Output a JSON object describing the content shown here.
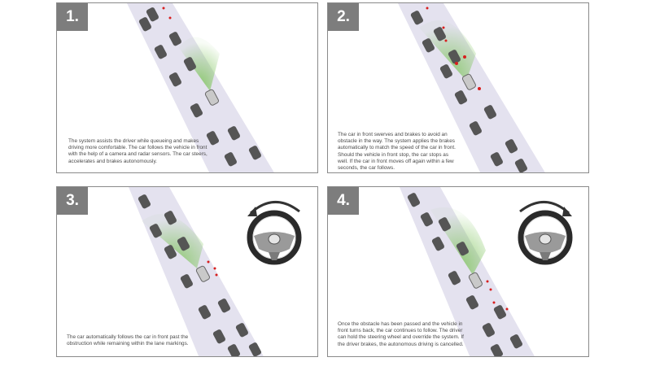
{
  "panels": [
    {
      "number": "1.",
      "caption": "The system assists the driver while queueing and makes driving more comfortable. The car follows the vehicle in front with the help of a camera and radar sensors. The car steers, accelerates and brakes autonomously.",
      "wheel": null
    },
    {
      "number": "2.",
      "caption": "The car in front swerves and brakes to avoid an obstacle in the way. The system applies the brakes automatically to match the speed of the car in front. Should the vehicle in front stop, the car stops as well. If the car in front moves off again within a few seconds, the car follows.",
      "wheel": null
    },
    {
      "number": "3.",
      "caption": "The car automatically follows the car in front past the obstruction while remaining within the lane markings.",
      "wheel": "steering-wheel-turn-left"
    },
    {
      "number": "4.",
      "caption": "Once the obstacle has been passed and the vehicle in front turns back, the car continues to follow. The driver can hold the steering wheel and override the system. If the driver brakes, the autonomous driving is cancelled.",
      "wheel": "steering-wheel-turn-right"
    }
  ],
  "colors": {
    "number_badge": "#7d7d7d",
    "road": "#e4e2ef",
    "sensor_cone": "#7dc35a",
    "brake_light": "#d81e1e",
    "car_dark": "#555555",
    "car_own": "#c9c9c9"
  }
}
